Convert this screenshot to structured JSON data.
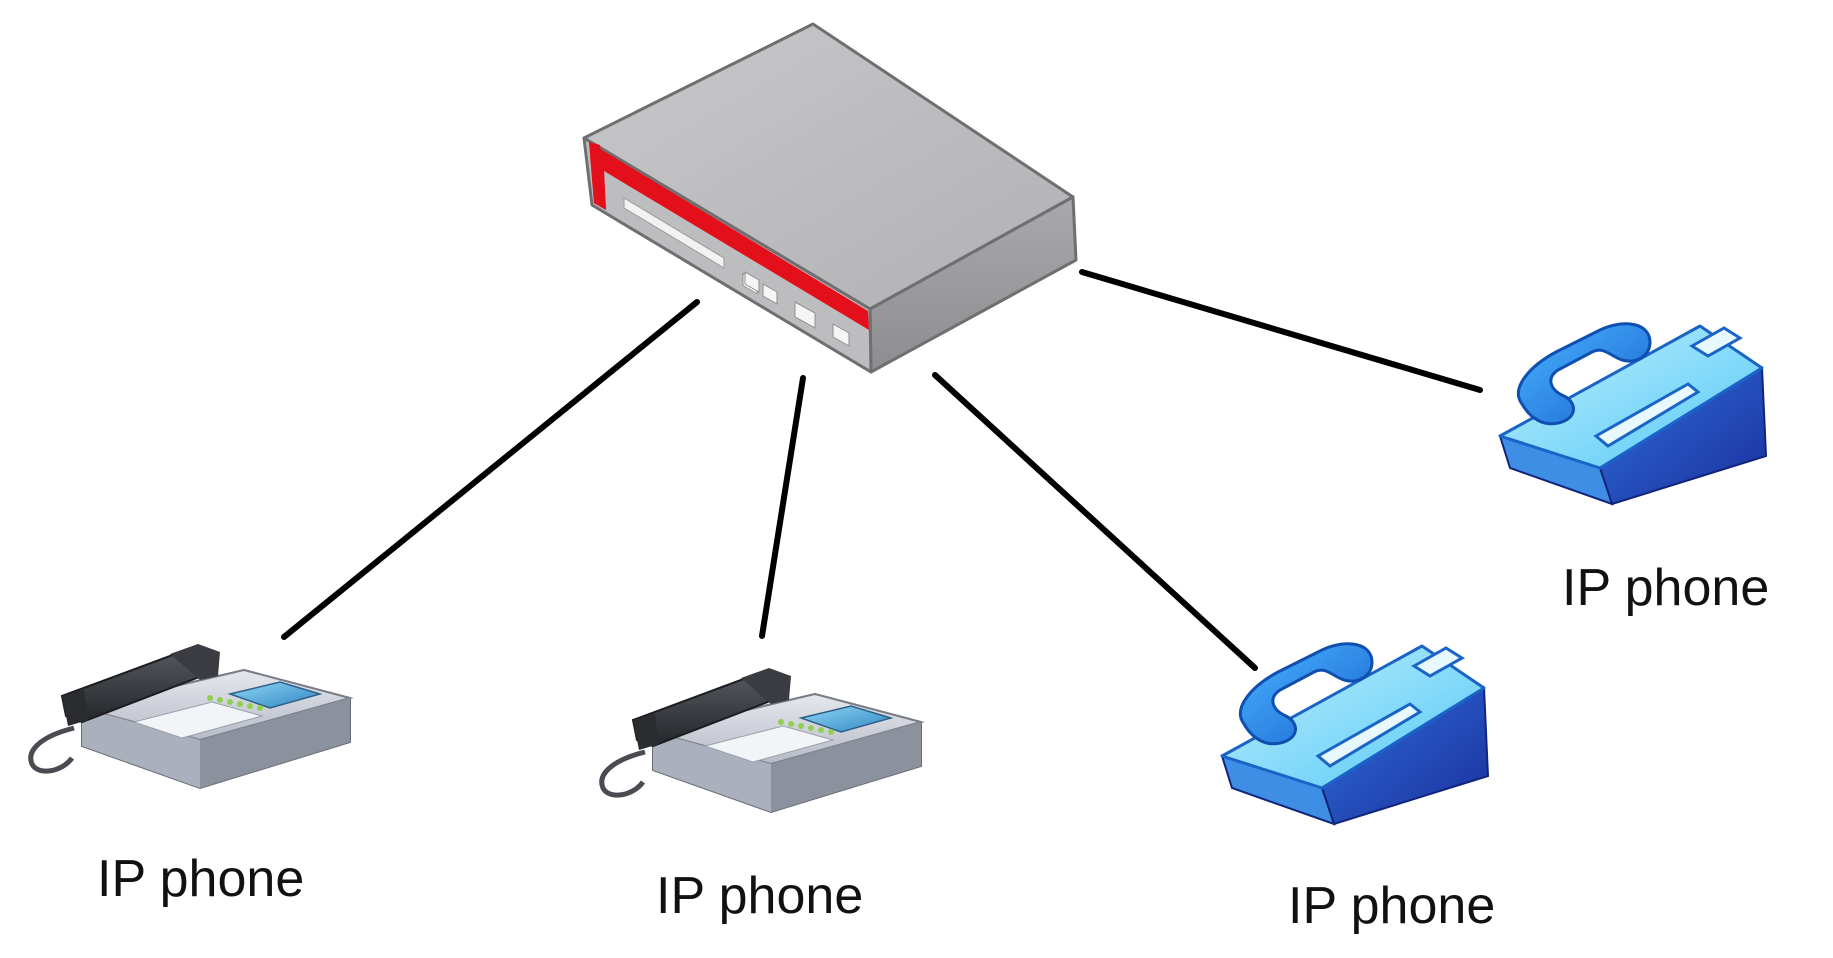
{
  "diagram": {
    "labels": [
      "IP phone",
      "IP phone",
      "IP phone",
      "IP phone"
    ],
    "colors": {
      "link": "#000000",
      "switch_body": "#bcbcbd",
      "switch_accent": "#e3101b",
      "desk_phone_gray": "#c9ccd4",
      "desk_phone_handset": "#2e3034",
      "ip_phone_blue": "#2a93ee",
      "ip_phone_light": "#8fe0ff",
      "ip_phone_dark": "#1a3fb0"
    },
    "icons": [
      "network-switch-icon",
      "desk-phone-icon",
      "desk-phone-icon",
      "ip-phone-icon",
      "ip-phone-icon"
    ]
  }
}
